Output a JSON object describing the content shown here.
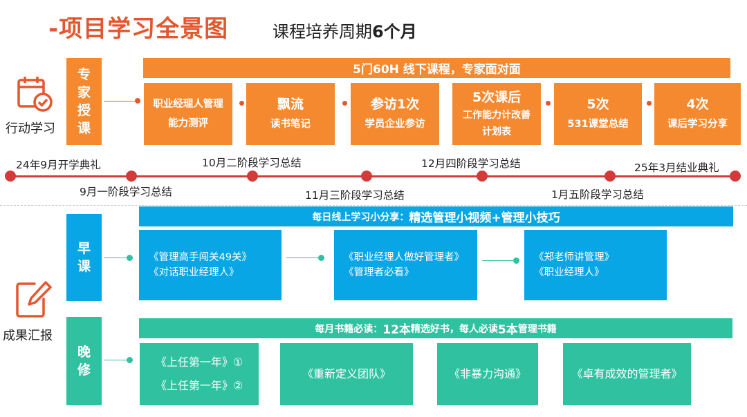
{
  "header": {
    "title": "-项目学习全景图",
    "subtitle_prefix": "课程培养周期",
    "subtitle_bold": "6个月"
  },
  "sections": {
    "action": "行动学习",
    "results": "成果汇报"
  },
  "expert": {
    "label_chars": [
      "专",
      "家",
      "授",
      "课"
    ],
    "banner": "5门60H 线下课程，专家面对面",
    "boxes": [
      {
        "line1": "职业经理人管理",
        "line2": "能力测评"
      },
      {
        "line1": "飘流",
        "line2": "读书笔记"
      },
      {
        "line1": "参访1次",
        "line2": "学员企业参访"
      },
      {
        "line1": "5次课后",
        "line2": "工作能力计改善",
        "line3": "计划表"
      },
      {
        "line1": "5次",
        "line2": "531课堂总结"
      },
      {
        "line1": "4次",
        "line2": "课后学习分享"
      }
    ]
  },
  "timeline": {
    "above": [
      "24年9月开学典礼",
      "10月二阶段学习总结",
      "12月四阶段学习总结",
      "25年3月结业典礼"
    ],
    "below": [
      "9月一阶段学习总结",
      "11月三阶段学习总结",
      "1月五阶段学习总结"
    ]
  },
  "morning": {
    "label_chars": [
      "早",
      "课"
    ],
    "banner_prefix": "每日线上学习小分享：",
    "banner_bold": "精选管理小视频+管理小技巧",
    "boxes": [
      {
        "line1": "《管理高手闯关49关》",
        "line2": "《对话职业经理人》"
      },
      {
        "line1": "《职业经理人做好管理者》",
        "line2": "《管理者必看》"
      },
      {
        "line1": "《郑老师讲管理》",
        "line2": "《职业经理人》"
      }
    ]
  },
  "evening": {
    "label_chars": [
      "晚",
      "修"
    ],
    "banner_p1": "每月书籍必读：",
    "banner_b1": "12本",
    "banner_p2": "精选好书，每人必读",
    "banner_b2": "5本",
    "banner_p3": "管理书籍",
    "boxes": [
      {
        "line1": "《上任第一年》①",
        "line2": "《上任第一年》②"
      },
      {
        "line1": "《重新定义团队》"
      },
      {
        "line1": "《非暴力沟通》"
      },
      {
        "line1": "《卓有成效的管理者》"
      }
    ]
  },
  "colors": {
    "orange": "#f5892f",
    "blue": "#09a6e6",
    "green": "#2fc1a0",
    "red": "#d33a3a",
    "title": "#e4572e"
  }
}
